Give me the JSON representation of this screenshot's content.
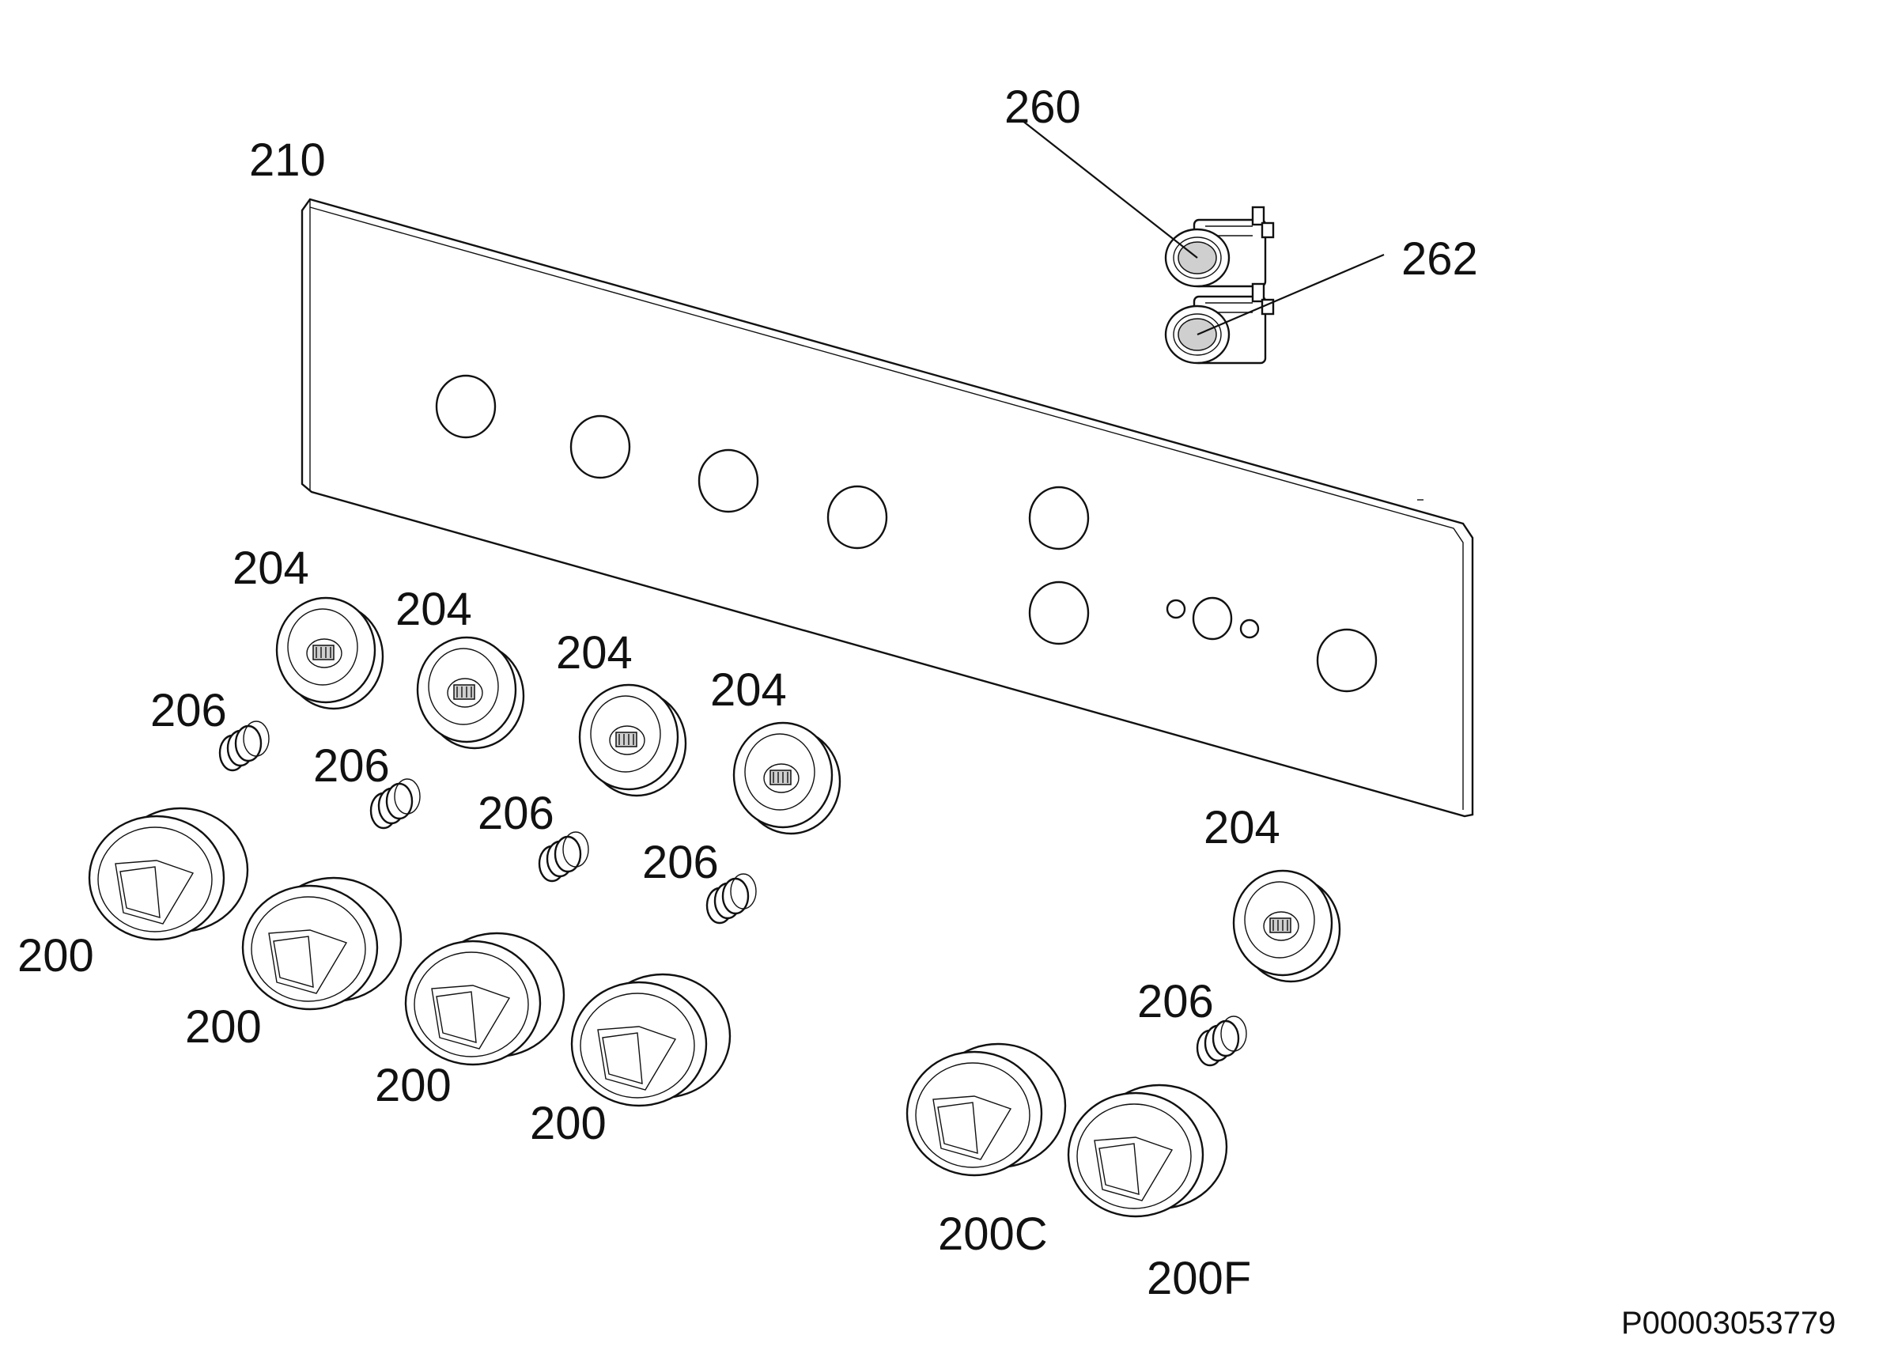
{
  "document_id": "P00003053779",
  "labels": {
    "panel": "210",
    "lamp_upper": "260",
    "lamp_lower": "262",
    "bezel_1": "204",
    "bezel_2": "204",
    "bezel_3": "204",
    "bezel_4": "204",
    "bezel_5": "204",
    "spring_1": "206",
    "spring_2": "206",
    "spring_3": "206",
    "spring_4": "206",
    "spring_5": "206",
    "knob_1": "200",
    "knob_2": "200",
    "knob_3": "200",
    "knob_4": "200",
    "knob_c": "200C",
    "knob_f": "200F"
  }
}
